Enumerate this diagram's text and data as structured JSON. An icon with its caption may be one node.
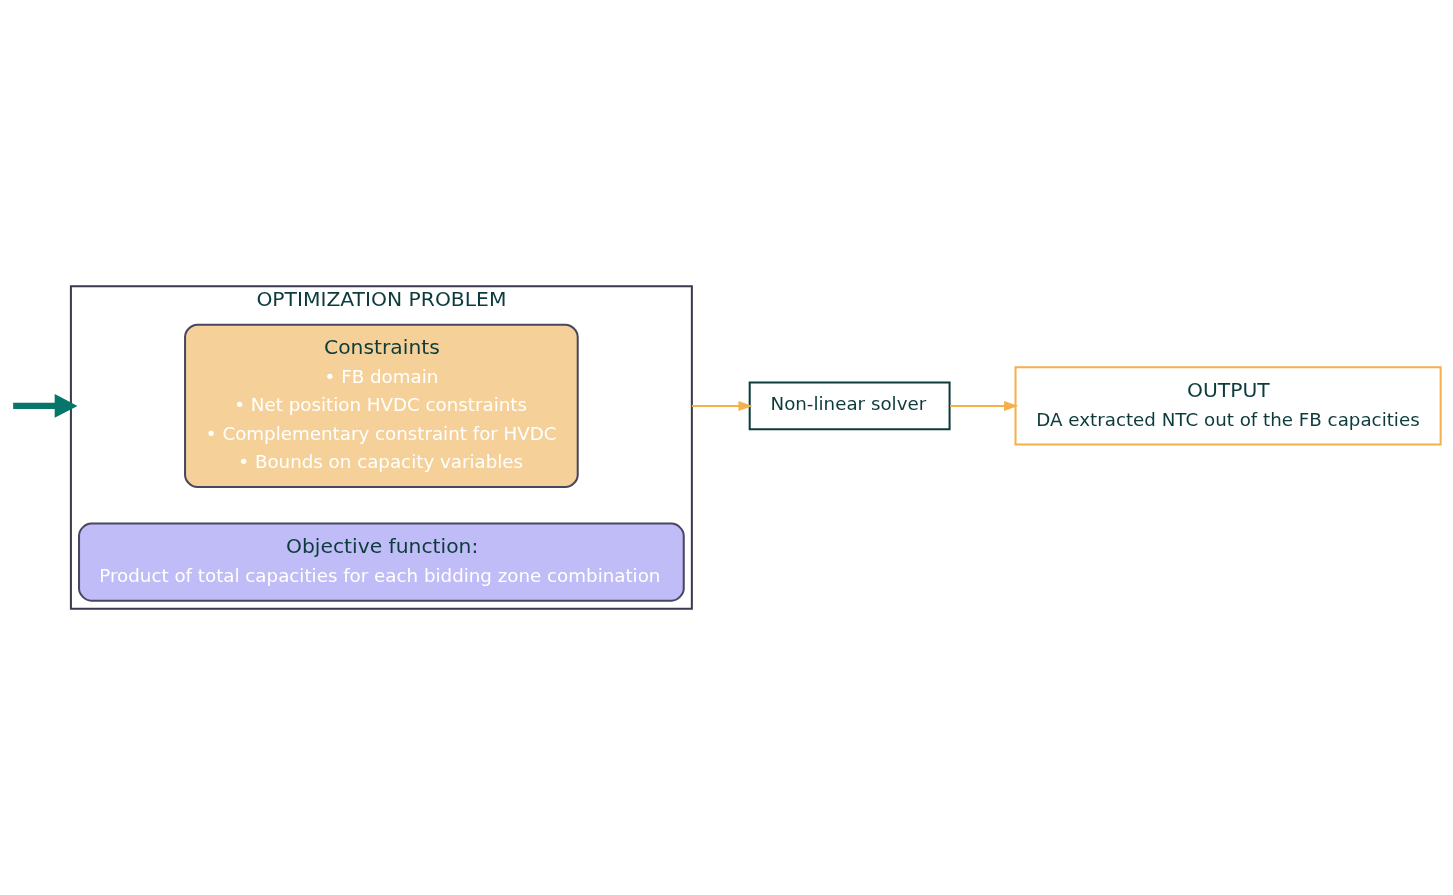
{
  "diagram": {
    "nodes": [
      {
        "text": [
          "OPTIMIZATION PROBLEM"
        ]
      },
      {
        "text": [
          "Objective function:",
          "Product of total capacities for each bidding zone combination"
        ],
        "in": 0
      },
      {
        "text": [
          "Constraints",
          "• FB domain",
          "• Net position HVDC constraints",
          "• Complementary constraint for HVDC",
          "• Bounds on capacity variables"
        ],
        "in": 0
      },
      {
        "text": [
          "Non-linear solver"
        ]
      },
      {
        "text": [
          "OUTPUT",
          "DA extracted NTC out of the FB capacities"
        ]
      }
    ],
    "edges": [
      {
        "from": null,
        "to": 0,
        "arrow": "to",
        "style": "thick",
        "color": "#06756a"
      },
      {
        "from": 0,
        "to": 3,
        "arrow": "to"
      },
      {
        "from": 3,
        "to": 4,
        "arrow": "to"
      }
    ]
  }
}
